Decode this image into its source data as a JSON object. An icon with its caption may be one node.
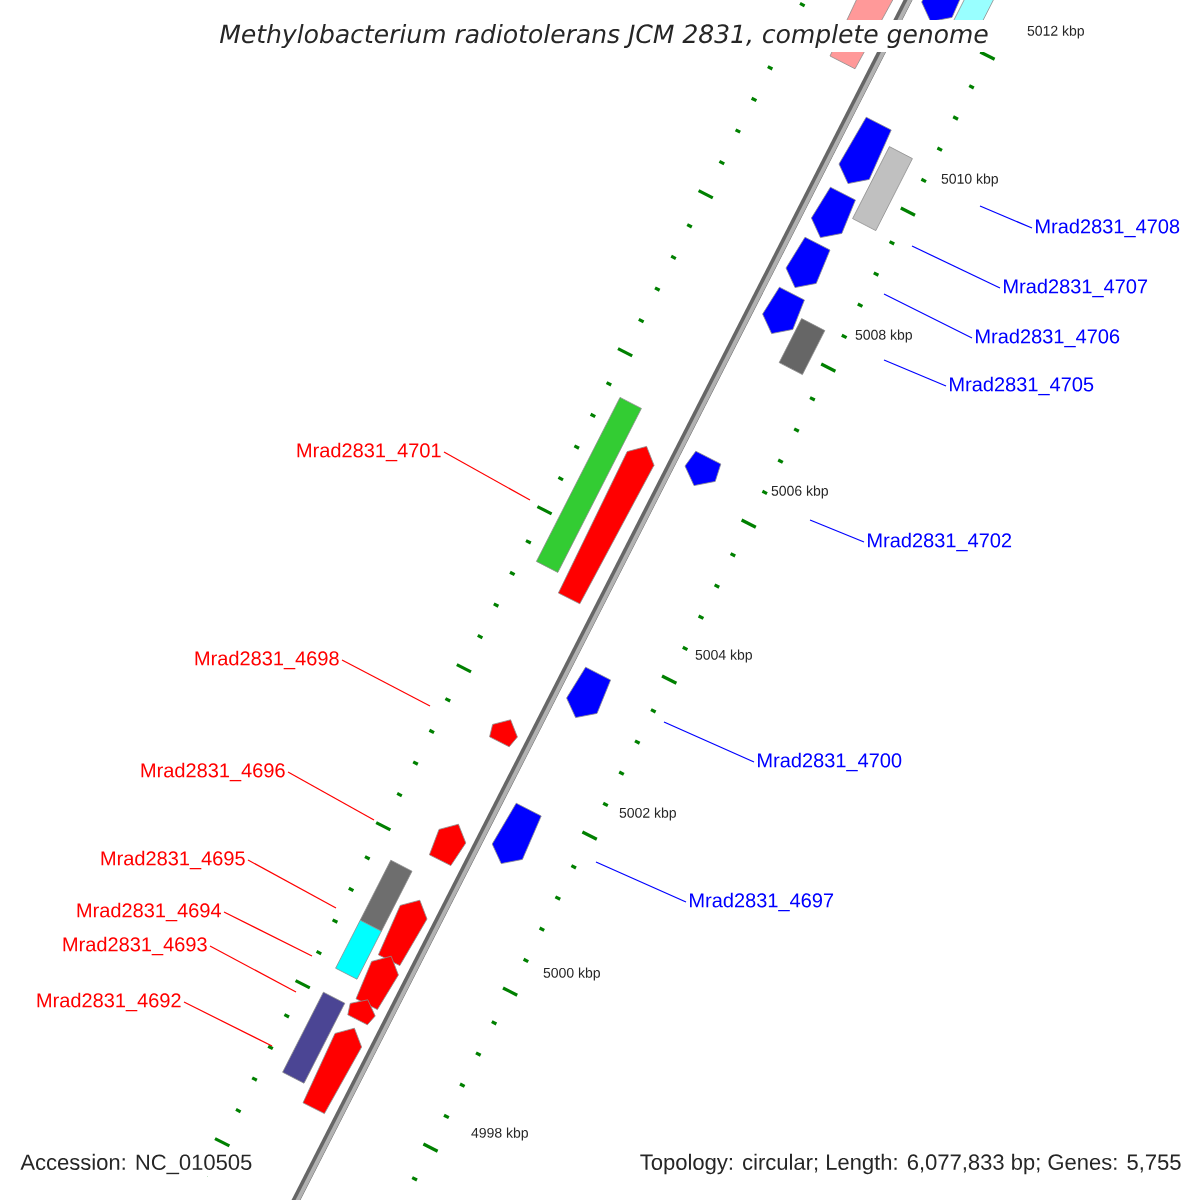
{
  "diagram": {
    "title": "Methylobacterium radiotolerans JCM 2831, complete genome",
    "nodes": [
      {
        "text": [
          "Mrad2831_4708"
        ]
      },
      {
        "text": [
          "Mrad2831_4707"
        ]
      },
      {
        "text": [
          "Mrad2831_4706"
        ]
      },
      {
        "text": [
          "Mrad2831_4705"
        ]
      },
      {
        "text": [
          "Mrad2831_4701"
        ]
      },
      {
        "text": [
          "Mrad2831_4702"
        ]
      },
      {
        "text": [
          "Mrad2831_4698"
        ]
      },
      {
        "text": [
          "Mrad2831_4700"
        ]
      },
      {
        "text": [
          "Mrad2831_4696"
        ]
      },
      {
        "text": [
          "Mrad2831_4695"
        ]
      },
      {
        "text": [
          "Mrad2831_4697"
        ]
      },
      {
        "text": [
          "Mrad2831_4694"
        ]
      },
      {
        "text": [
          "Mrad2831_4693"
        ]
      },
      {
        "text": [
          "Mrad2831_4692"
        ]
      }
    ],
    "edges": [
      {
        "from": 0,
        "to": null,
        "arrow": "none",
        "color": "#0000ff"
      },
      {
        "from": 1,
        "to": null,
        "arrow": "none",
        "color": "#0000ff"
      },
      {
        "from": 2,
        "to": null,
        "arrow": "none",
        "color": "#0000ff"
      },
      {
        "from": 3,
        "to": null,
        "arrow": "none",
        "color": "#0000ff"
      },
      {
        "from": 4,
        "to": null,
        "arrow": "none",
        "color": "#ff0000"
      },
      {
        "from": 5,
        "to": null,
        "arrow": "none",
        "color": "#0000ff"
      },
      {
        "from": 6,
        "to": null,
        "arrow": "none",
        "color": "#ff0000"
      },
      {
        "from": 7,
        "to": null,
        "arrow": "none",
        "color": "#0000ff"
      },
      {
        "from": 8,
        "to": null,
        "arrow": "none",
        "color": "#ff0000"
      },
      {
        "from": 9,
        "to": null,
        "arrow": "none",
        "color": "#ff0000"
      },
      {
        "from": 10,
        "to": null,
        "arrow": "none",
        "color": "#0000ff"
      },
      {
        "from": 11,
        "to": null,
        "arrow": "none",
        "color": "#ff0000"
      },
      {
        "from": 12,
        "to": null,
        "arrow": "none",
        "color": "#ff0000"
      },
      {
        "from": 13,
        "to": null,
        "arrow": "none",
        "color": "#ff0000"
      }
    ],
    "labels": [
      "5012 kbp",
      "5010 kbp",
      "5008 kbp",
      "5006 kbp",
      "5004 kbp",
      "5002 kbp",
      "5000 kbp",
      "4998 kbp",
      "Accession: NC_010505",
      "Topology: circular; Length: 6,077,833 bp; Genes: 5,755"
    ]
  }
}
